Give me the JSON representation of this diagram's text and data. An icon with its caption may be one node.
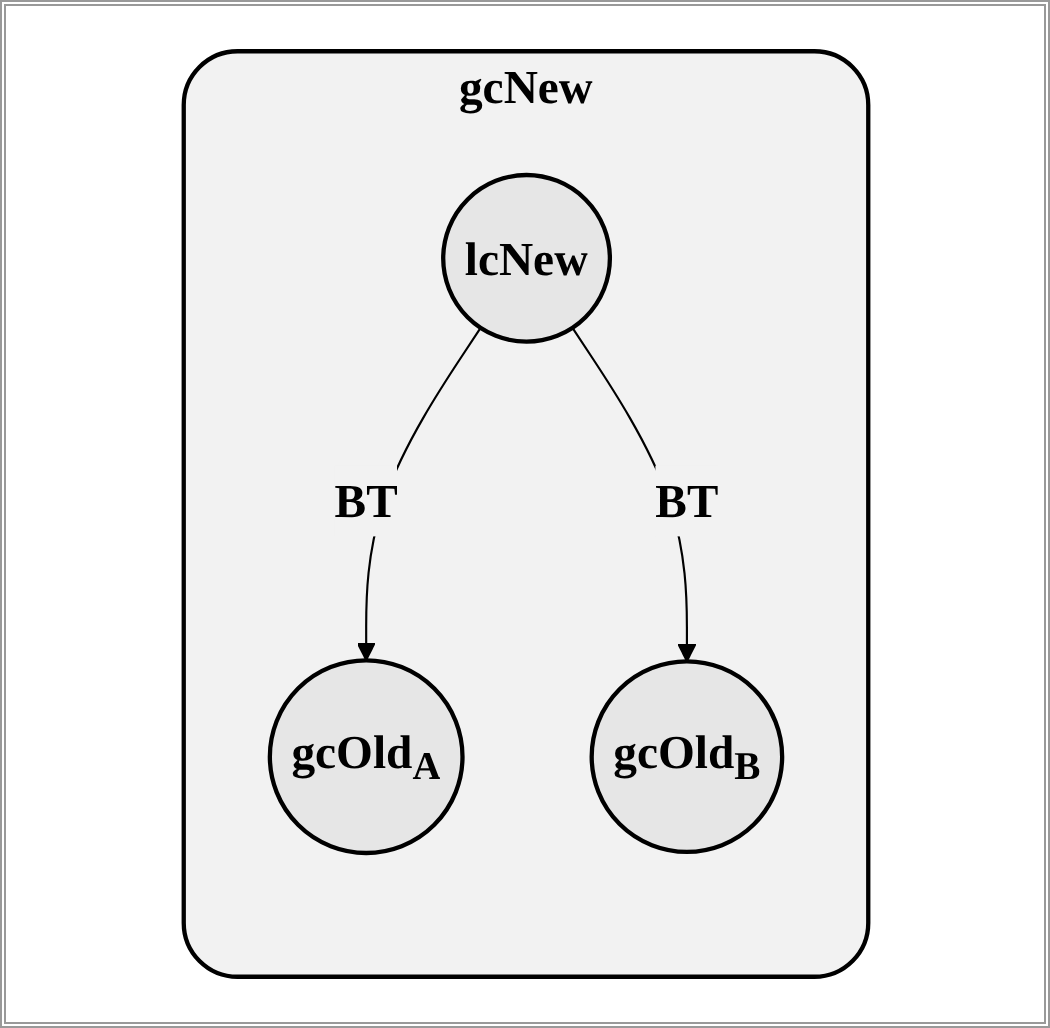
{
  "diagram": {
    "nodes": [
      {
        "text": [
          "gcNew"
        ]
      },
      {
        "text": [
          "lcNew"
        ],
        "in": 0
      },
      {
        "text": [
          "gcOld$_{A}$"
        ],
        "in": 0
      },
      {
        "text": [
          "gcOld$_{B}$"
        ],
        "in": 0
      }
    ],
    "edges": [
      {
        "from": 1,
        "to": 2,
        "arrow": "to",
        "label": "BT"
      },
      {
        "from": 1,
        "to": 3,
        "arrow": "to",
        "label": "BT"
      }
    ]
  }
}
